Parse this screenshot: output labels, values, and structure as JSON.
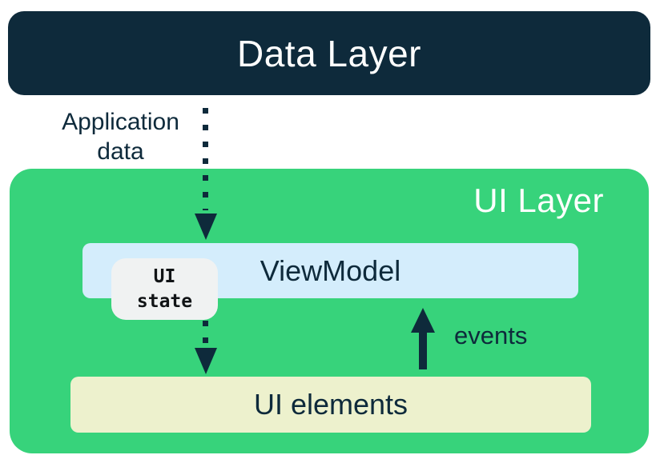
{
  "diagram": {
    "title_hint": "App architecture: data layer and UI layer",
    "data_layer": {
      "label": "Data Layer"
    },
    "ui_layer": {
      "label": "UI Layer"
    },
    "viewmodel": {
      "label": "ViewModel"
    },
    "ui_state_chip": {
      "line1": "UI",
      "line2": "state"
    },
    "ui_elements": {
      "label": "UI elements"
    },
    "flow_labels": {
      "application_data_line1": "Application",
      "application_data_line2": "data",
      "events": "events"
    },
    "colors": {
      "navy": "#0e2a3b",
      "green": "#37d37b",
      "light_blue": "#d4edfc",
      "cream": "#edf1cd",
      "chip_gray": "#f0f2f2",
      "white": "#ffffff",
      "chip_text": "#111416"
    }
  }
}
